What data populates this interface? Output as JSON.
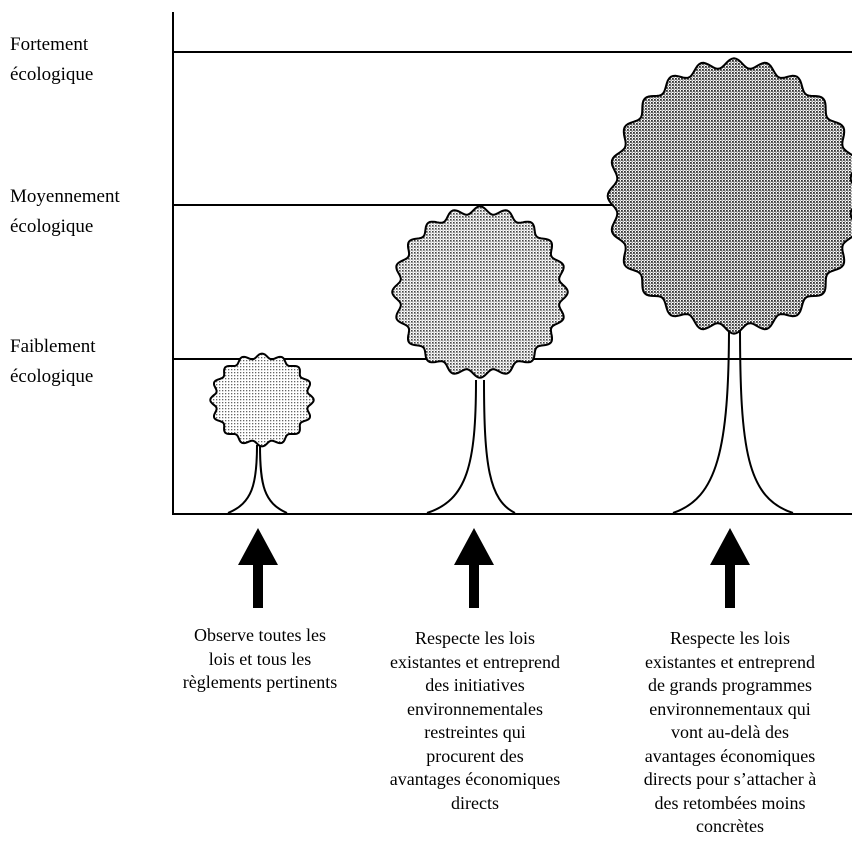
{
  "levels": [
    {
      "line1": "Fortement",
      "line2": "écologique"
    },
    {
      "line1": "Moyennement",
      "line2": "écologique"
    },
    {
      "line1": "Faiblement",
      "line2": "écologique"
    }
  ],
  "captions": [
    {
      "text": "Observe toutes les\nlois et tous les\nrèglements pertinents"
    },
    {
      "text": "Respecte les lois\nexistantes et entreprend\ndes initiatives\nenvironnementales\nrestreintes qui\nprocurent des\navantages économiques\ndirects"
    },
    {
      "text": "Respecte les lois\nexistantes et entreprend\nde grands programmes\nenvironnementaux qui\nvont au-delà des\navantages économiques\ndirects pour s’attacher à\ndes retombées moins\nconcrètes"
    }
  ],
  "colors": {
    "ink": "#000000",
    "foliage_dots": "#555555",
    "background": "#ffffff"
  }
}
